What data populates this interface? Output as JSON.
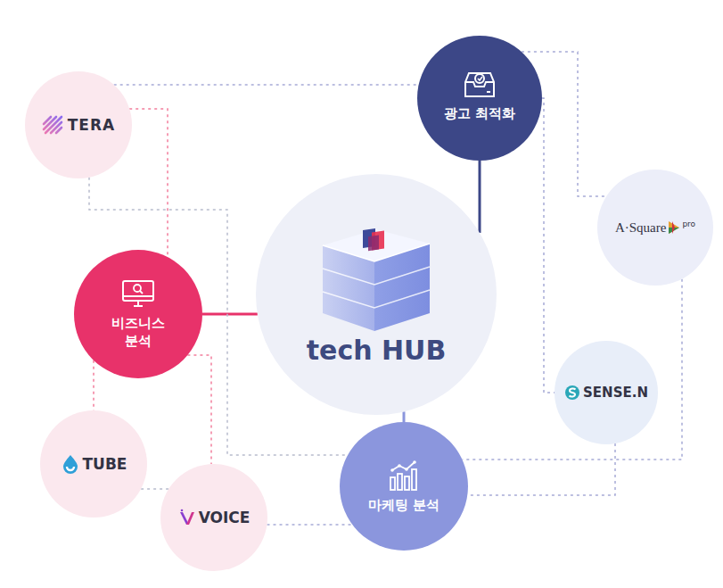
{
  "diagram": {
    "nodes": [
      {
        "text": [
          "광고 최적화"
        ]
      },
      {
        "text": [
          "TERA"
        ]
      },
      {
        "text": [
          "tech HUB"
        ]
      },
      {
        "text": [
          "A·Square",
          "pro"
        ]
      },
      {
        "text": [
          "비즈니스 분석"
        ]
      },
      {
        "text": [
          "SENSE.N"
        ]
      },
      {
        "text": [
          "TUBE"
        ]
      },
      {
        "text": [
          "VOICE"
        ]
      },
      {
        "text": [
          "마케팅 분석"
        ]
      }
    ],
    "edges": [
      {
        "from": 2,
        "to": 0,
        "arrow": "none"
      },
      {
        "from": 2,
        "to": 4,
        "arrow": "none"
      },
      {
        "from": 2,
        "to": 8,
        "arrow": "none"
      },
      {
        "from": 1,
        "to": 0,
        "arrow": "none"
      },
      {
        "from": 1,
        "to": 4,
        "arrow": "none"
      },
      {
        "from": 1,
        "to": 8,
        "arrow": "none"
      },
      {
        "from": 0,
        "to": 3,
        "arrow": "none"
      },
      {
        "from": 0,
        "to": 5,
        "arrow": "none"
      },
      {
        "from": 4,
        "to": 6,
        "arrow": "none"
      },
      {
        "from": 4,
        "to": 7,
        "arrow": "none"
      },
      {
        "from": 6,
        "to": 7,
        "arrow": "none"
      },
      {
        "from": 7,
        "to": 8,
        "arrow": "none"
      },
      {
        "from": 3,
        "to": 8,
        "arrow": "none"
      },
      {
        "from": 5,
        "to": 8,
        "arrow": "none"
      }
    ]
  }
}
